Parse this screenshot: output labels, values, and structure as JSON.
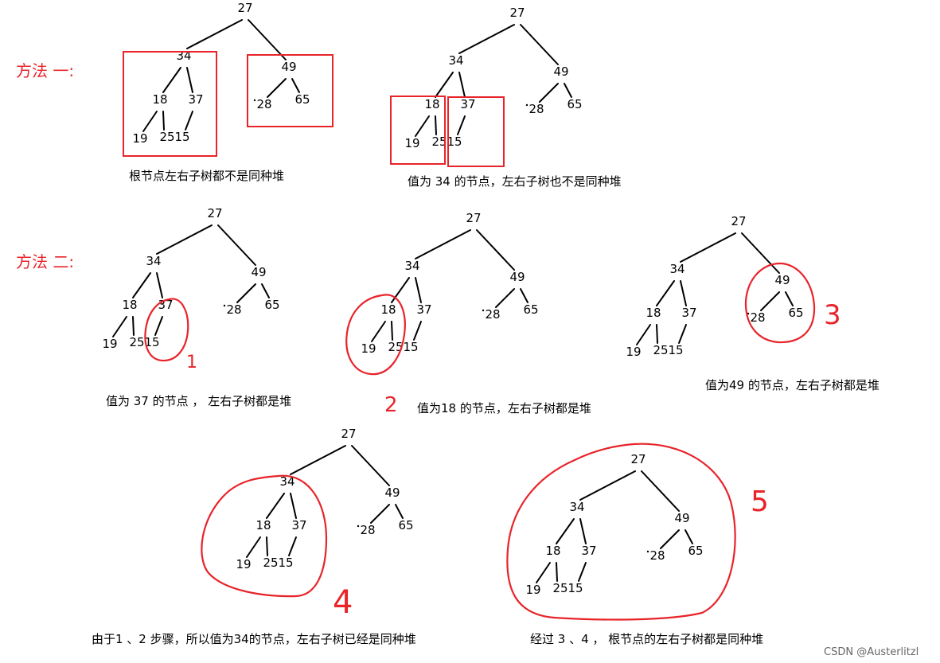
{
  "method_one_label": "方法 一:",
  "method_two_label": "方法 二:",
  "tree_values": [
    "27",
    "34",
    "49",
    "18",
    "37",
    "28",
    "65",
    "19",
    "25",
    "15"
  ],
  "captions": {
    "m1_left": "根节点左右子树都不是同种堆",
    "m1_right": "值为 34 的节点，左右子树也不是同种堆",
    "m2_step1": "值为 37 的节点 ， 左右子树都是堆",
    "m2_step2": "值为18 的节点，左右子树都是堆",
    "m2_step3": "值为49 的节点，左右子树都是堆",
    "m2_step4": "由于1 、2 步骤，所以值为34的节点，左右子树已经是同种堆",
    "m2_step5": "经过 3 、4 ， 根节点的左右子树都是同种堆"
  },
  "step_marks": [
    "1",
    "2",
    "3",
    "4",
    "5"
  ],
  "watermark": "CSDN @Austerlitzl",
  "colors": {
    "annotation": "#e8242a",
    "text": "#000000"
  }
}
